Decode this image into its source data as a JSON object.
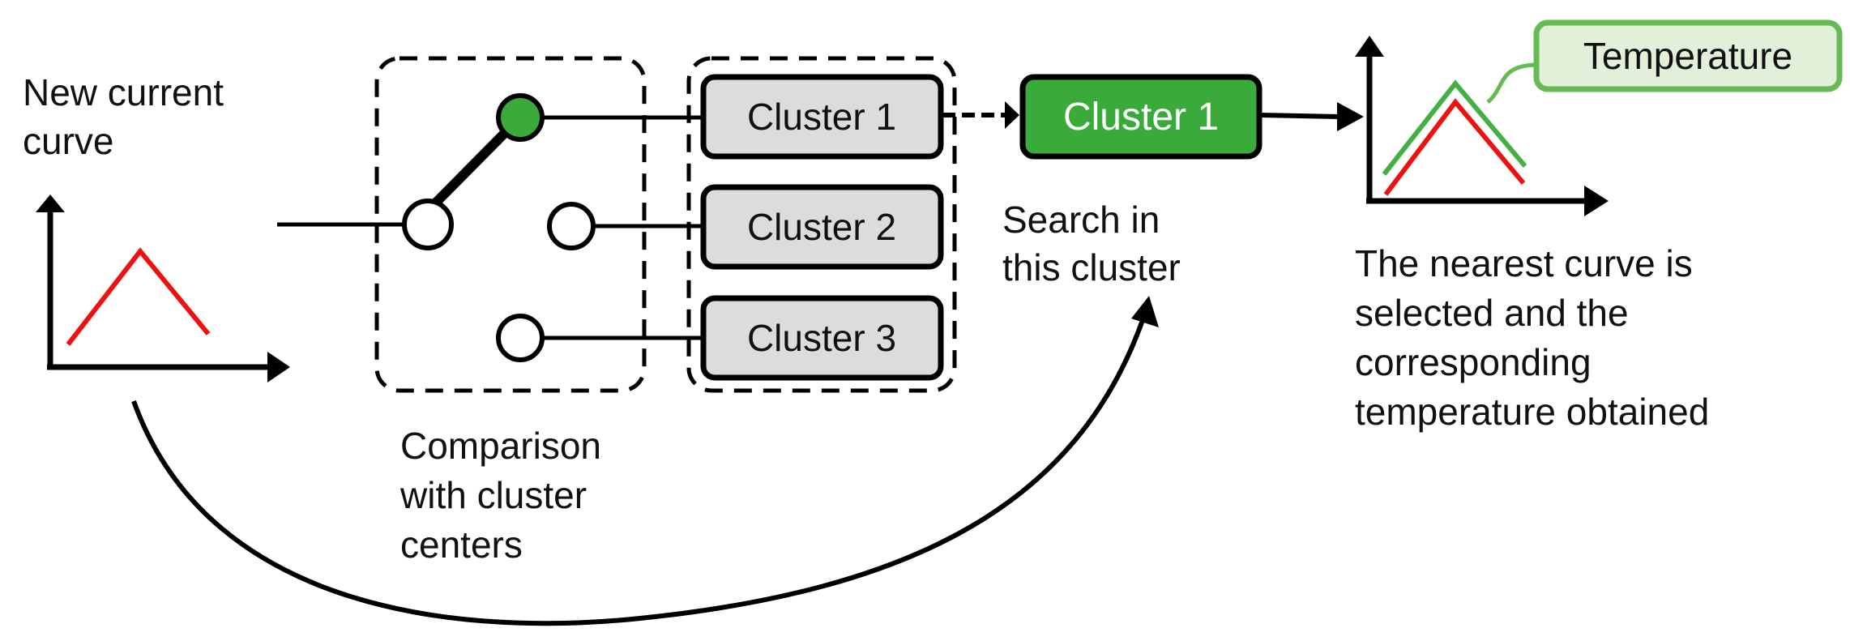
{
  "input": {
    "title_line1": "New current",
    "title_line2": "curve"
  },
  "comparison": {
    "line1": "Comparison",
    "line2": "with cluster",
    "line3": "centers"
  },
  "clusters": [
    "Cluster 1",
    "Cluster 2",
    "Cluster 3"
  ],
  "selected_cluster": "Cluster 1",
  "search": {
    "line1": "Search in",
    "line2": "this cluster"
  },
  "output": {
    "temperature_label": "Temperature",
    "line1": "The nearest curve is",
    "line2": "selected and the",
    "line3": "corresponding",
    "line4": "temperature obtained"
  },
  "colors": {
    "input_curve": "#ee1111",
    "matched_curve": "#44b044",
    "selected_fill": "#3aab3a",
    "cluster_fill": "#dcdcdc",
    "label_fill": "#e2efd9",
    "label_border": "#66bb55"
  }
}
